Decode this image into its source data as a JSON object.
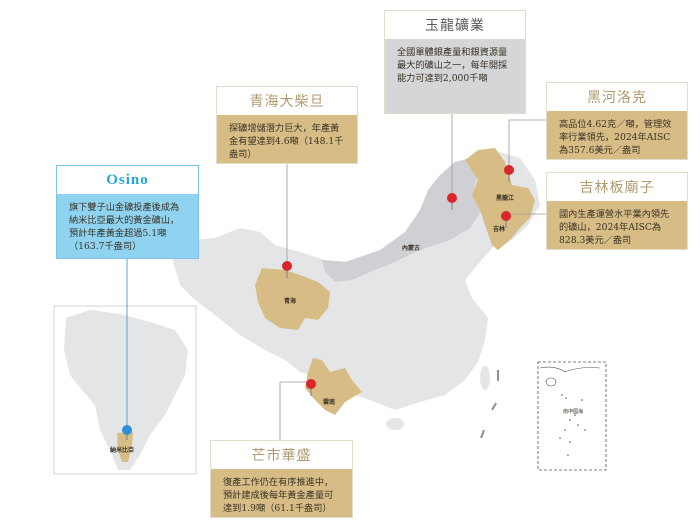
{
  "colors": {
    "gold_region": "#d7bd85",
    "grey_land": "#e4e5e7",
    "inner_mongolia": "#ced0d3",
    "pin_red": "#d9262b",
    "pin_blue": "#2f8fd6",
    "callout_title_gold": "#b09a6e",
    "callout_title_blue": "#26a6d4"
  },
  "callouts": {
    "yulong": {
      "title": "玉龍礦業",
      "body": "全國單體銀產量和銀資源量最大的礦山之一，每年開採能力可達到2,000千噸",
      "style": "grey"
    },
    "qinghai": {
      "title": "青海大柴旦",
      "body": "探礦增儲潛力巨大，年產黃金有望達到4.6噸（148.1千盎司）",
      "style": "gold"
    },
    "heihe": {
      "title": "黑河洛克",
      "body": "高品位4.62克／噸，管理效率行業領先，2024年AISC為357.6美元／盎司",
      "style": "gold"
    },
    "jilin": {
      "title": "吉林板廟子",
      "body": "國內生產運營水平業內領先的礦山，2024年AISC為828.3美元／盎司",
      "style": "gold"
    },
    "osino": {
      "title": "Osino",
      "body": "旗下雙子山金礦投產後成為納米比亞最大的黃金礦山，預計年產黃金超過5.1噸（163.7千盎司）",
      "style": "blue"
    },
    "mangshi": {
      "title": "芒市華盛",
      "body": "復產工作仍在有序推進中，預計建成後每年黃金產量可達到1.9噸（61.1千盎司）",
      "style": "gold"
    }
  },
  "map_labels": {
    "qinghai": "青海",
    "inner_mongolia": "內蒙古",
    "heilongjiang": "黑龍江",
    "jilin": "吉林",
    "yunnan": "雲南",
    "namibia": "納米比亞",
    "south_china_sea": "南中國海"
  }
}
